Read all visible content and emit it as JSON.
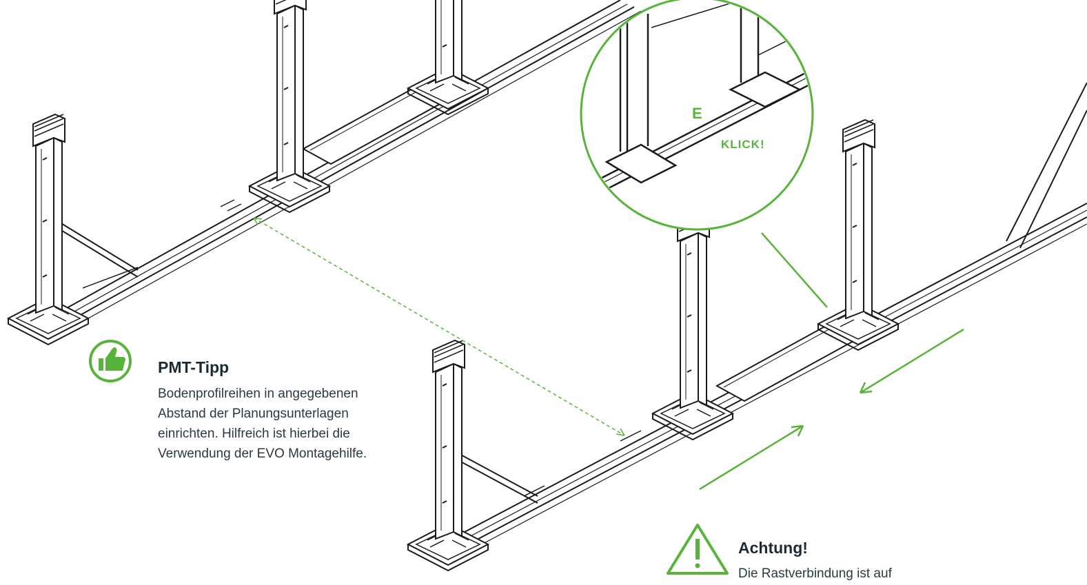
{
  "colors": {
    "accent": "#58b33a",
    "line": "#1a1a1a",
    "text": "#1c2b33"
  },
  "icons": {
    "tip": "thumbs-up-icon",
    "warning": "warning-triangle-icon"
  },
  "zoom_labels": {
    "part": "E",
    "click": "KLICK!"
  },
  "tip": {
    "title": "PMT-Tipp",
    "lines": [
      "Bodenprofilreihen in angegebenen",
      "Abstand der Planungsunterlagen",
      "einrichten. Hilfreich ist hierbei die",
      "Verwendung der EVO Montagehilfe."
    ]
  },
  "warning": {
    "title": "Achtung!",
    "lines": [
      "Die Rastverbindung ist auf"
    ]
  }
}
